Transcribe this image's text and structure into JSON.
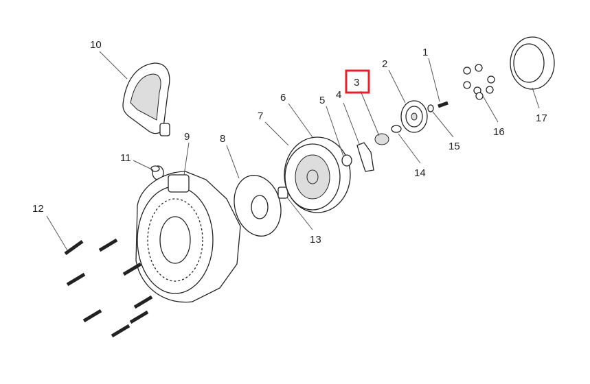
{
  "diagram": {
    "callouts": [
      "1",
      "2",
      "3",
      "4",
      "5",
      "6",
      "7",
      "8",
      "9",
      "10",
      "11",
      "12",
      "13",
      "14",
      "15",
      "16",
      "17"
    ],
    "highlighted_callout": "3",
    "highlight_color": "#e8202a"
  }
}
